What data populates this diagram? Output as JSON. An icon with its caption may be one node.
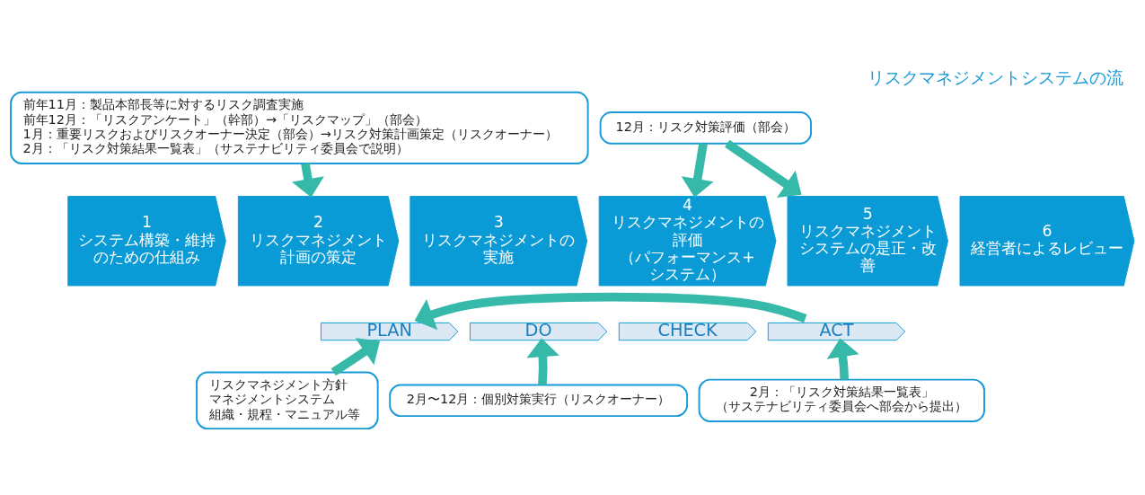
{
  "diagram": {
    "title": "リスクマネジメントシステムの流",
    "nodes": [
      {
        "text": [
          "前年11月：製品本部長等に対するリスク調査実施",
          "前年12月：「リスクアンケート」（幹部）→「リスクマップ」（部会）",
          "1月：重要リスクおよびリスクオーナー決定（部会）→リスク対策計画策定（リスクオーナー）",
          "2月：「リスク対策結果一覧表」（サステナビリティ委員会で説明）"
        ]
      },
      {
        "text": [
          "12月：リスク対策評価（部会）"
        ]
      },
      {
        "text": [
          "1",
          "システム構築・維持のための仕組み"
        ]
      },
      {
        "text": [
          "2",
          "リスクマネジメント計画の策定"
        ]
      },
      {
        "text": [
          "3",
          "リスクマネジメントの実施"
        ]
      },
      {
        "text": [
          "4",
          "リスクマネジメントの評価",
          "（パフォーマンス+システム）"
        ]
      },
      {
        "text": [
          "5",
          "リスクマネジメントシステムの是正・改善"
        ]
      },
      {
        "text": [
          "6",
          "経営者によるレビュー"
        ]
      },
      {
        "text": [
          "PLAN"
        ]
      },
      {
        "text": [
          "DO"
        ]
      },
      {
        "text": [
          "CHECK"
        ]
      },
      {
        "text": [
          "ACT"
        ]
      },
      {
        "text": [
          "リスクマネジメント方針",
          "マネジメントシステム",
          "組織・規程・マニュアル等"
        ]
      },
      {
        "text": [
          "2月〜12月：個別対策実行（リスクオーナー）"
        ]
      },
      {
        "text": [
          "2月：「リスク対策結果一覧表」",
          "（サステナビリティ委員会へ部会から提出）"
        ]
      }
    ],
    "edges": [
      {
        "from": 0,
        "to": 3,
        "arrow": "to"
      },
      {
        "from": 1,
        "to": 5,
        "arrow": "to"
      },
      {
        "from": 1,
        "to": 6,
        "arrow": "to"
      },
      {
        "from": 12,
        "to": 8,
        "arrow": "to"
      },
      {
        "from": 13,
        "to": 9,
        "arrow": "to"
      },
      {
        "from": 14,
        "to": 11,
        "arrow": "to"
      },
      {
        "from": 11,
        "to": 8,
        "arrow": "to"
      }
    ]
  }
}
